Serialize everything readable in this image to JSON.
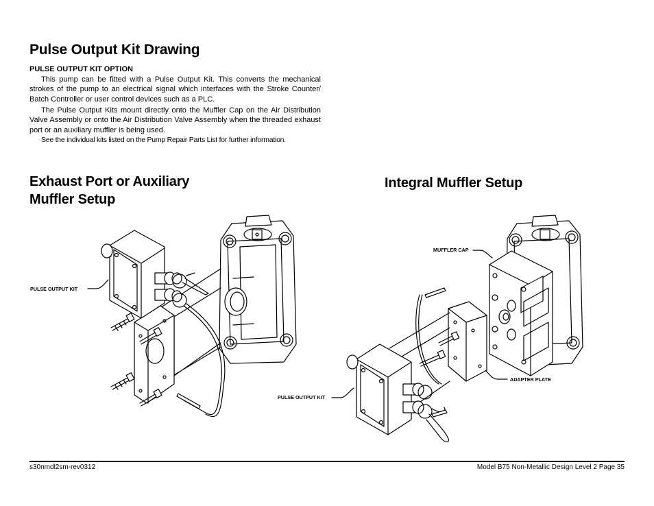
{
  "heading": "Pulse Output Kit Drawing",
  "option_heading": "PULSE OUTPUT KIT OPTION",
  "paragraphs": [
    "This pump can be fitted with a Pulse Output Kit. This converts the mechanical strokes of the pump to an electrical signal which interfaces with the Stroke Counter/ Batch Controller or user control devices such as a PLC.",
    "The Pulse Output Kits mount directly onto the Muffler Cap on the Air Distribution Valve Assembly or onto the Air Distribution Valve Assembly when the threaded exhaust port or an auxiliary muffler is being used.",
    "See the individual kits listed on the Pump Repair Parts List for further information."
  ],
  "sections": {
    "left_title": "Exhaust Port or Auxiliary Muffler Setup",
    "right_title": "Integral Muffler Setup"
  },
  "callouts": {
    "left_pulse_output_kit": "PULSE OUTPUT KIT",
    "muffler_cap": "MUFFLER CAP",
    "adapter_plate": "ADAPTER PLATE",
    "right_pulse_output_kit": "PULSE OUTPUT KIT"
  },
  "footer": {
    "doc_code": "s30nmdl2sm-rev0312",
    "page_info": "Model B75 Non-Metallic Design Level 2 Page 35"
  }
}
